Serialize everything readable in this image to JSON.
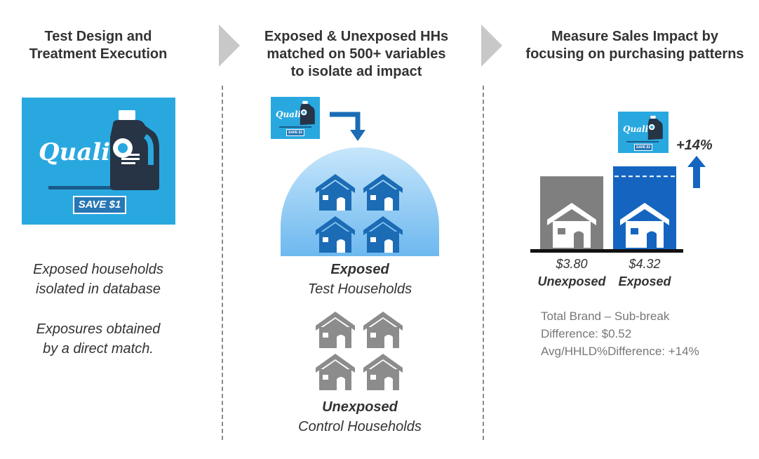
{
  "columns": [
    {
      "title_line1": "Test Design and",
      "title_line2": "Treatment Execution",
      "note1_line1": "Exposed households",
      "note1_line2": "isolated in database",
      "note2_line1": "Exposures obtained",
      "note2_line2": "by a direct match."
    },
    {
      "title_line1": "Exposed & Unexposed HHs",
      "title_line2": "matched on 500+ variables",
      "title_line3": "to isolate ad impact",
      "exposed_label": "Exposed",
      "exposed_sub": "Test Households",
      "unexposed_label": "Unexposed",
      "unexposed_sub": "Control Households"
    },
    {
      "title_line1": "Measure Sales Impact by",
      "title_line2": "focusing on purchasing patterns",
      "lift_label": "+14%",
      "stat1": "Total Brand – Sub-break",
      "stat2": "Difference: $0.52",
      "stat3": "Avg/HHLD%Difference: +14%"
    }
  ],
  "ad": {
    "word": "Quality",
    "save_label": "SAVE $1"
  },
  "chart_data": {
    "type": "bar",
    "categories": [
      "Unexposed",
      "Exposed"
    ],
    "values": [
      3.8,
      4.32
    ],
    "value_labels": [
      "$3.80",
      "$4.32"
    ],
    "colors": [
      "#7f7f7f",
      "#1565c0"
    ]
  },
  "colors": {
    "ad_blue": "#29a8e0",
    "exposed_blue": "#1565c0",
    "house_blue": "#1b6cb5",
    "house_gray": "#8c8c8c",
    "arrow_gray": "#c8c8c8"
  }
}
